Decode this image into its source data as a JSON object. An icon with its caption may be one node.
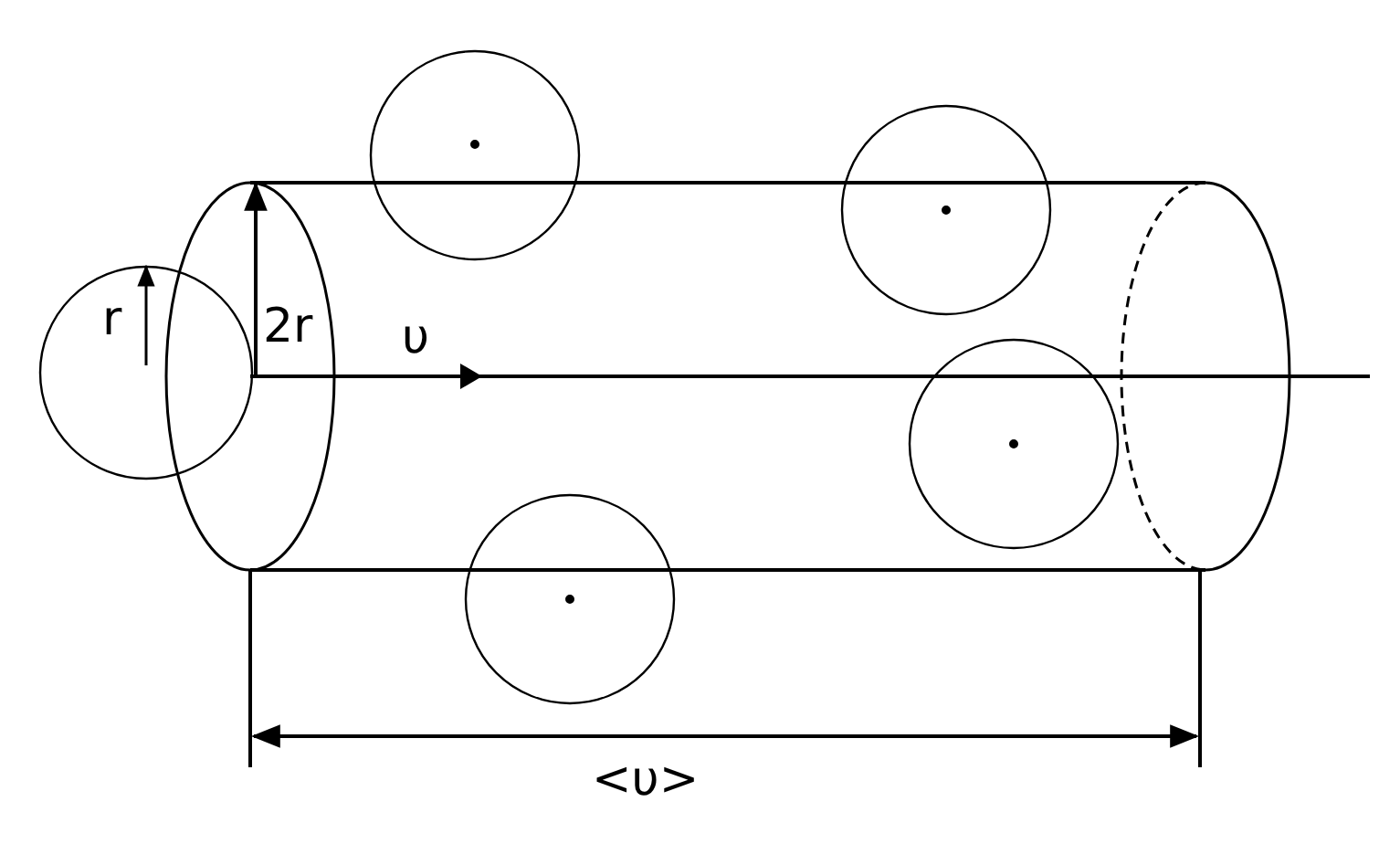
{
  "diagram": {
    "labels": [
      "r",
      "2r",
      "υ",
      "<υ>"
    ]
  }
}
